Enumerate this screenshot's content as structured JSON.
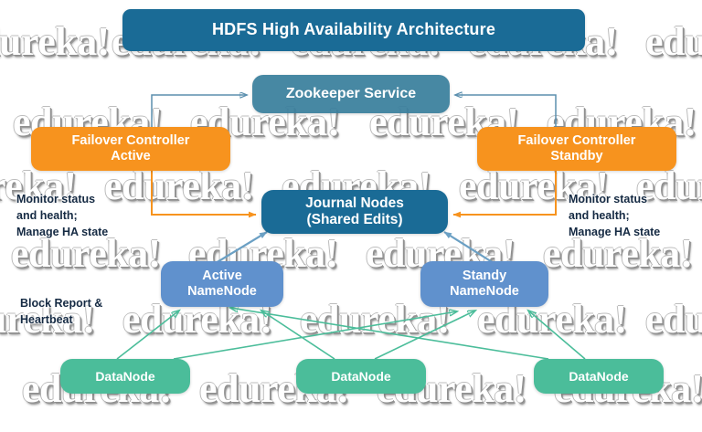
{
  "diagram": {
    "title": "HDFS High Availability Architecture",
    "watermark_text": "edureka!",
    "colors": {
      "title_bg": "#1a6b96",
      "zookeeper_bg": "#3a7f9d",
      "failover_bg": "#f7931e",
      "journal_bg": "#1a6b96",
      "namenode_bg": "#6091cd",
      "datanode_bg": "#4bbd9a",
      "annotation_text": "#152a43",
      "zk_arrow": "#5b8fae",
      "fc_arrow": "#f7931e",
      "nn_arrow": "#5b8fae",
      "dn_arrow": "#4bbd9a"
    },
    "nodes": {
      "zookeeper": "Zookeeper Service",
      "failover_active_line1": "Failover Controller",
      "failover_active_line2": "Active",
      "failover_standby_line1": "Failover Controller",
      "failover_standby_line2": "Standby",
      "journal_line1": "Journal Nodes",
      "journal_line2": "(Shared Edits)",
      "namenode_active_line1": "Active",
      "namenode_active_line2": "NameNode",
      "namenode_standby_line1": "Standy",
      "namenode_standby_line2": "NameNode",
      "datanode_1": "DataNode",
      "datanode_2": "DataNode",
      "datanode_3": "DataNode"
    },
    "annotations": {
      "monitor_left": "Monitor status\nand health;\nManage HA state",
      "monitor_right": "Monitor status\nand health;\nManage HA state",
      "block_report": "Block Report &\nHeartbeat"
    }
  }
}
